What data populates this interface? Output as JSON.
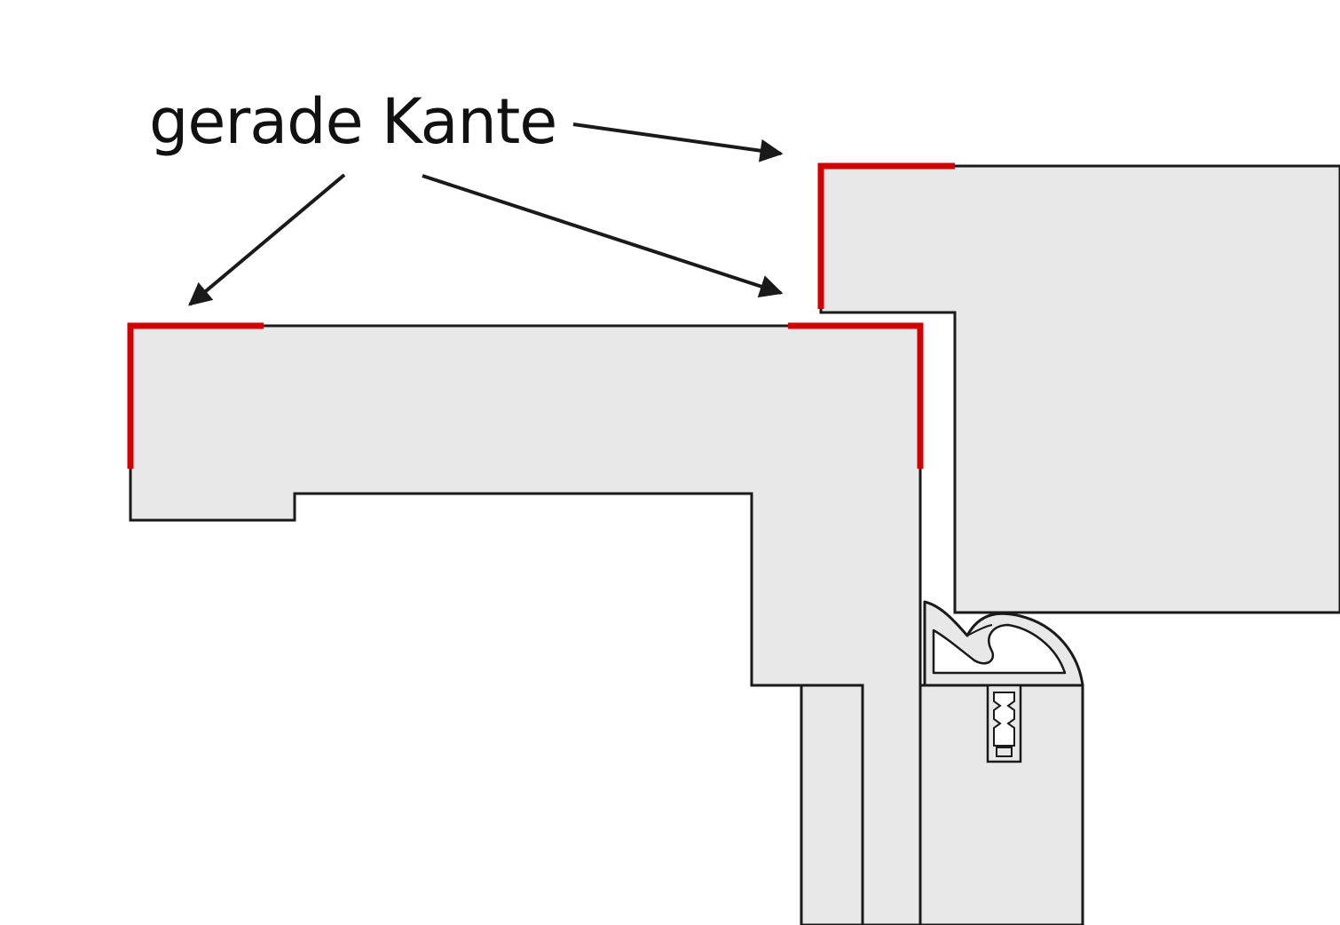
{
  "annotation": {
    "label": "gerade Kante"
  },
  "colors": {
    "background": "#ffffff",
    "profile_fill": "#e8e8e8",
    "outline": "#1a1a1a",
    "highlight": "#d40000"
  },
  "parts": {
    "frame": "frame-profile",
    "sash": "sash-profile",
    "gasket": "seal-gasket",
    "clip": "gasket-clip",
    "edges": [
      "straight-edge-frame-left",
      "straight-edge-frame-right",
      "straight-edge-sash"
    ]
  }
}
